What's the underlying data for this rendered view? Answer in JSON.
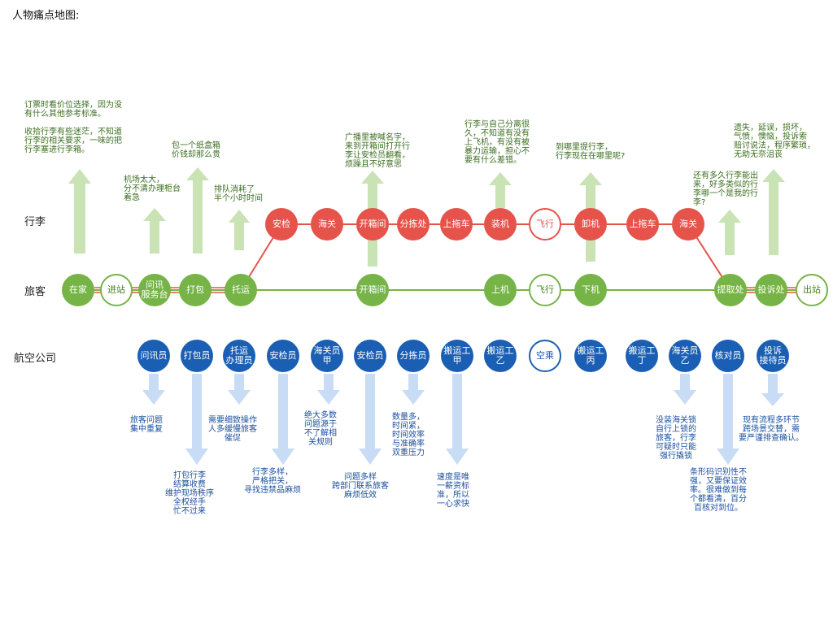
{
  "title": "人物痛点地图:",
  "rows": {
    "luggage": "行李",
    "traveler": "旅客",
    "airline": "航空公司"
  },
  "luggage_nodes": [
    {
      "label": "安检",
      "style": "red"
    },
    {
      "label": "海关",
      "style": "red"
    },
    {
      "label": "开箱间",
      "style": "red"
    },
    {
      "label": "分拣处",
      "style": "red"
    },
    {
      "label": "上拖车",
      "style": "red"
    },
    {
      "label": "装机",
      "style": "red"
    },
    {
      "label": "飞行",
      "style": "outline-red"
    },
    {
      "label": "卸机",
      "style": "red"
    },
    {
      "label": "上拖车",
      "style": "red"
    },
    {
      "label": "海关",
      "style": "red"
    }
  ],
  "traveler_nodes": [
    {
      "label": "在家",
      "style": "green"
    },
    {
      "label": "进站",
      "style": "outline-green"
    },
    {
      "label": "问讯\n服务台",
      "style": "green"
    },
    {
      "label": "打包",
      "style": "green"
    },
    {
      "label": "托运",
      "style": "green"
    },
    {
      "label": "开箱间",
      "style": "green"
    },
    {
      "label": "上机",
      "style": "green"
    },
    {
      "label": "飞行",
      "style": "outline-green"
    },
    {
      "label": "下机",
      "style": "green"
    },
    {
      "label": "提取处",
      "style": "green"
    },
    {
      "label": "投诉处",
      "style": "green"
    },
    {
      "label": "出站",
      "style": "outline-green"
    }
  ],
  "airline_nodes": [
    {
      "label": "问讯员",
      "style": "blue"
    },
    {
      "label": "打包员",
      "style": "blue"
    },
    {
      "label": "托运\n办理员",
      "style": "blue"
    },
    {
      "label": "安检员",
      "style": "blue"
    },
    {
      "label": "海关员\n甲",
      "style": "blue"
    },
    {
      "label": "安检员",
      "style": "blue"
    },
    {
      "label": "分拣员",
      "style": "blue"
    },
    {
      "label": "搬运工\n甲",
      "style": "blue"
    },
    {
      "label": "搬运工\n乙",
      "style": "blue"
    },
    {
      "label": "空乘",
      "style": "outline-blue"
    },
    {
      "label": "搬运工\n丙",
      "style": "blue"
    },
    {
      "label": "搬运工\n丁",
      "style": "blue"
    },
    {
      "label": "海关员\n乙",
      "style": "blue"
    },
    {
      "label": "核对员",
      "style": "blue"
    },
    {
      "label": "投诉\n接待员",
      "style": "blue"
    }
  ],
  "traveler_notes": [
    "订票时看价位选择，因为没\n有什么其他参考标准。\n\n收拾行李有些迷茫，不知道\n行李的相关要求，一味的把\n行李塞进行李箱。",
    "机场太大，\n分不清办理柜台\n着急",
    "包一个纸盒箱\n价钱却那么贵",
    "排队消耗了\n半个小时时间",
    "广播里被喊名字，\n来到开箱间打开行\n李让安检员翻看，\n烦躁且不好意思",
    "行李与自己分离很\n久，不知道有没有\n上飞机，有没有被\n暴力运输，担心不\n要有什么差错。",
    "到哪里提行李，\n行李现在在哪里呢?",
    "还有多久行李能出\n来，好多类似的行\n李哪一个是我的行\n李?",
    "遗失，延误，损坏，\n气愤，懊恼，投诉索\n赔讨说法，程序繁琐，\n无助无奈沮丧"
  ],
  "airline_notes": [
    "旅客问题\n集中重复",
    "打包行李\n结算收费\n维护现场秩序\n全权经手\n忙不过来",
    "需要细致操作\n人多缓慢旅客\n催促",
    "行李多样，\n严格把关，\n寻找违禁品麻烦",
    "绝大多数\n问题源于\n不了解相\n关规则",
    "问题多样\n跨部门联系旅客\n麻烦低效",
    "数量多，\n时间紧，\n时间效率\n与准确率\n双重压力",
    "速度是唯\n一薪资标\n准，所以\n一心求快",
    "没装海关锁\n自行上锁的\n旅客，行李\n可疑时只能\n强行撬锁",
    "条形码识别性不\n强，又要保证效\n率。很难做到每\n个都看清，百分\n百核对到位。",
    "现有流程多环节\n跨场景交替，需\n要严谨排查确认。"
  ]
}
